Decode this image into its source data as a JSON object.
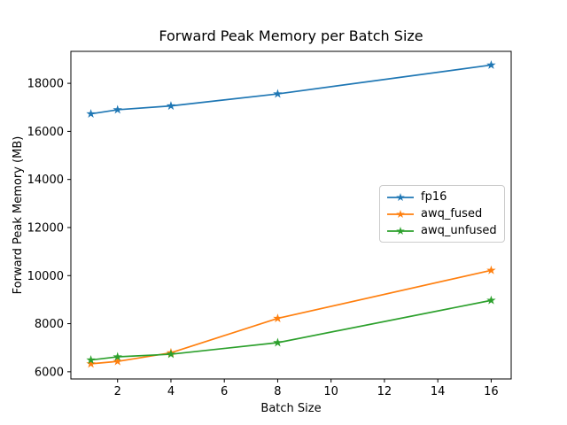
{
  "figure": {
    "background": "#ffffff",
    "axis_color": "#000000",
    "text_color": "#000000"
  },
  "chart_data": {
    "type": "line",
    "title": "Forward Peak Memory per Batch Size",
    "xlabel": "Batch Size",
    "ylabel": "Forward Peak Memory (MB)",
    "x": [
      1,
      2,
      4,
      8,
      16
    ],
    "series": [
      {
        "name": "fp16",
        "color": "#1f77b4",
        "marker": "star",
        "values": [
          16730,
          16900,
          17060,
          17560,
          18760
        ]
      },
      {
        "name": "awq_fused",
        "color": "#ff7f0e",
        "marker": "star",
        "values": [
          6330,
          6430,
          6790,
          8220,
          10220
        ]
      },
      {
        "name": "awq_unfused",
        "color": "#2ca02c",
        "marker": "star",
        "values": [
          6490,
          6620,
          6730,
          7210,
          8970
        ]
      }
    ],
    "xticks": [
      2,
      4,
      6,
      8,
      10,
      12,
      14,
      16
    ],
    "yticks": [
      6000,
      8000,
      10000,
      12000,
      14000,
      16000,
      18000
    ],
    "xlim": [
      0.25,
      16.75
    ],
    "ylim": [
      5700,
      19330
    ],
    "grid": false,
    "legend": {
      "position": "center-right",
      "border_color": "#cccccc"
    }
  }
}
